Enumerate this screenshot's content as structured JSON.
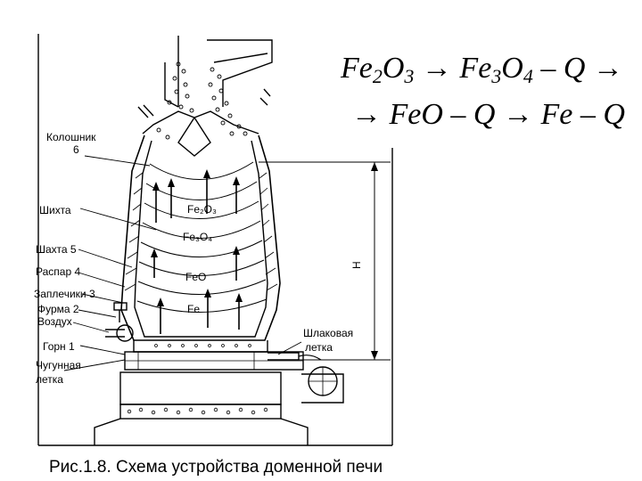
{
  "formula": {
    "line1": {
      "fe2o3_a": "Fe",
      "fe2o3_s1": "2",
      "fe2o3_b": "O",
      "fe2o3_s2": "3",
      "arrow1": " → ",
      "fe3o4_a": "Fe",
      "fe3o4_s1": "3",
      "fe3o4_b": "O",
      "fe3o4_s2": "4",
      "tail": " – Q →"
    },
    "line2": "→ FeO – Q → Fe – Q"
  },
  "labels": {
    "koloshnik": "Колошник",
    "koloshnik_num": "6",
    "shikhta": "Шихта",
    "shakhta": "Шахта 5",
    "raspar": "Распар 4",
    "zaplechiki": "Заплечики 3",
    "furma": "Фурма  2",
    "vozdukh": "Воздух",
    "gorn": "Горн 1",
    "chugunnaya_1": "Чугунная",
    "chugunnaya_2": "летка",
    "shlakovaya_1": "Шлаковая",
    "shlakovaya_2": "летка",
    "height": "H"
  },
  "zones": {
    "fe2o3": "Fe₂O₃",
    "fe3o4": "Fe₃O₄",
    "feo": "FeO",
    "fe": "Fe"
  },
  "caption": "Рис.1.8. Схема устройства доменной печи"
}
